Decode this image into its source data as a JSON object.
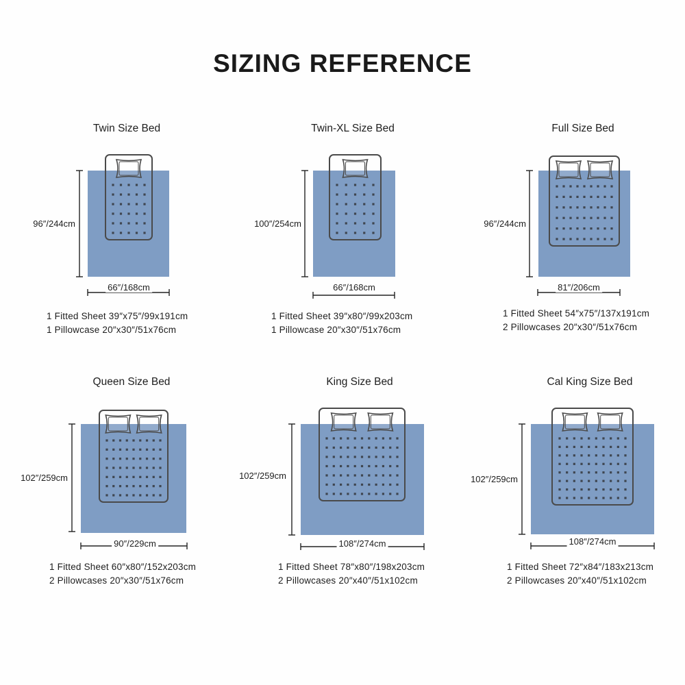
{
  "title": "SIZING REFERENCE",
  "colors": {
    "sheet": "#7f9dc4",
    "outline": "#4a4a4a",
    "text": "#1e1e1e"
  },
  "beds": [
    {
      "name": "Twin Size Bed",
      "height_label": "96″/244cm",
      "width_label": "66″/168cm",
      "specs": [
        "1 Fitted Sheet 39″x75″/99x191cm",
        "1 Pillowcase 20″x30″/51x76cm"
      ],
      "pillows": 1
    },
    {
      "name": "Twin-XL Size Bed",
      "height_label": "100″/254cm",
      "width_label": "66″/168cm",
      "specs": [
        "1 Fitted Sheet 39″x80″/99x203cm",
        "1 Pillowcase 20″x30″/51x76cm"
      ],
      "pillows": 1
    },
    {
      "name": "Full Size Bed",
      "height_label": "96″/244cm",
      "width_label": "81″/206cm",
      "specs": [
        "1 Fitted Sheet 54″x75″/137x191cm",
        "2 Pillowcases 20″x30″/51x76cm"
      ],
      "pillows": 2
    },
    {
      "name": "Queen Size Bed",
      "height_label": "102″/259cm",
      "width_label": "90″/229cm",
      "specs": [
        "1 Fitted Sheet 60″x80″/152x203cm",
        "2 Pillowcases 20″x30″/51x76cm"
      ],
      "pillows": 2
    },
    {
      "name": "King Size Bed",
      "height_label": "102″/259cm",
      "width_label": "108″/274cm",
      "specs": [
        "1 Fitted Sheet 78″x80″/198x203cm",
        "2 Pillowcases 20″x40″/51x102cm"
      ],
      "pillows": 2
    },
    {
      "name": "Cal King Size Bed",
      "height_label": "102″/259cm",
      "width_label": "108″/274cm",
      "specs": [
        "1 Fitted Sheet 72″x84″/183x213cm",
        "2 Pillowcases 20″x40″/51x102cm"
      ],
      "pillows": 2
    }
  ]
}
